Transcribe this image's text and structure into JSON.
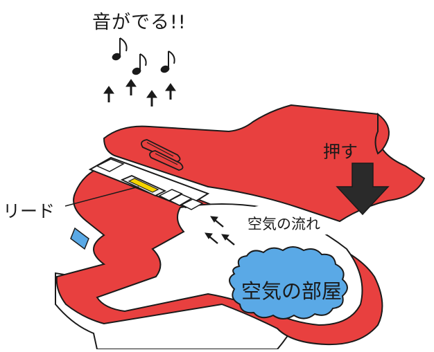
{
  "labels": {
    "title": "音がでる!!",
    "reed": "リード",
    "push": "押す",
    "air_flow": "空気の流れ",
    "air_room": "空気の部屋"
  },
  "colors": {
    "body_red": "#e8403f",
    "outline": "#1a1a1a",
    "room_blue": "#5aa9e6",
    "reed_yellow": "#f5d400",
    "push_arrow": "#2a2a2a"
  },
  "icons": [
    "music-note-icon",
    "arrow-up-icon",
    "arrow-down-icon",
    "arrow-up-left-icon"
  ]
}
